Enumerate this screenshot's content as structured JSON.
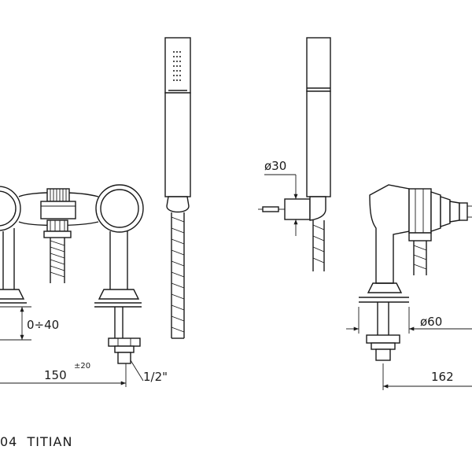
{
  "dimensions": {
    "height_range": "0÷40",
    "center_distance": "150",
    "center_tolerance": "±20",
    "thread": "1/2\"",
    "handset_diameter": "ø30",
    "rosette_diameter": "ø60",
    "projection": "162"
  },
  "caption": {
    "code": "04",
    "series": "TITIAN"
  }
}
